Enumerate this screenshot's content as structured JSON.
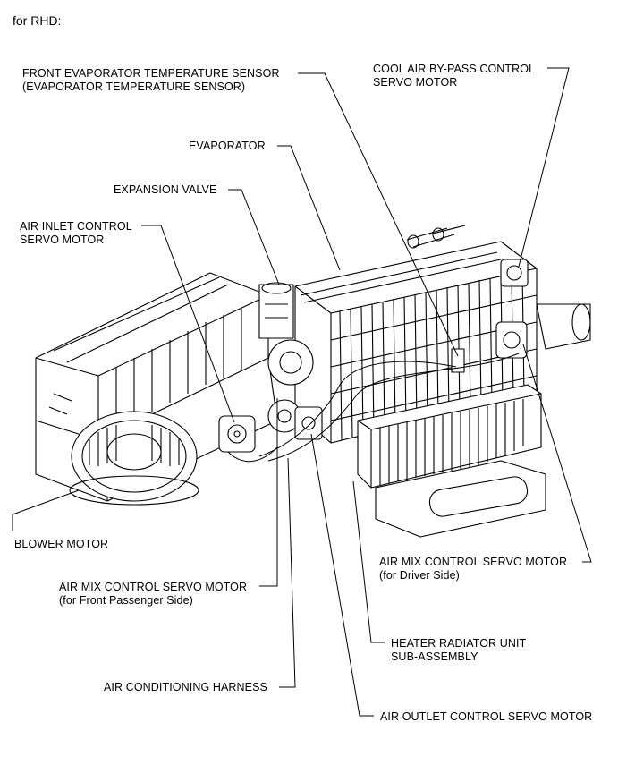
{
  "header": "for RHD:",
  "labels": {
    "front_evap_sensor_1": "FRONT EVAPORATOR TEMPERATURE SENSOR",
    "front_evap_sensor_2": "(EVAPORATOR TEMPERATURE SENSOR)",
    "cool_air_bypass_1": "COOL AIR BY-PASS CONTROL",
    "cool_air_bypass_2": "SERVO MOTOR",
    "evaporator": "EVAPORATOR",
    "expansion_valve": "EXPANSION VALVE",
    "air_inlet_1": "AIR INLET CONTROL",
    "air_inlet_2": "SERVO MOTOR",
    "blower_motor": "BLOWER MOTOR",
    "air_mix_driver_1": "AIR MIX CONTROL SERVO MOTOR",
    "air_mix_driver_2": "(for Driver Side)",
    "air_mix_passenger_1": "AIR MIX CONTROL SERVO MOTOR",
    "air_mix_passenger_2": "(for Front Passenger Side)",
    "heater_radiator_1": "HEATER RADIATOR UNIT",
    "heater_radiator_2": "SUB-ASSEMBLY",
    "ac_harness": "AIR CONDITIONING HARNESS",
    "air_outlet": "AIR OUTLET CONTROL SERVO MOTOR"
  }
}
